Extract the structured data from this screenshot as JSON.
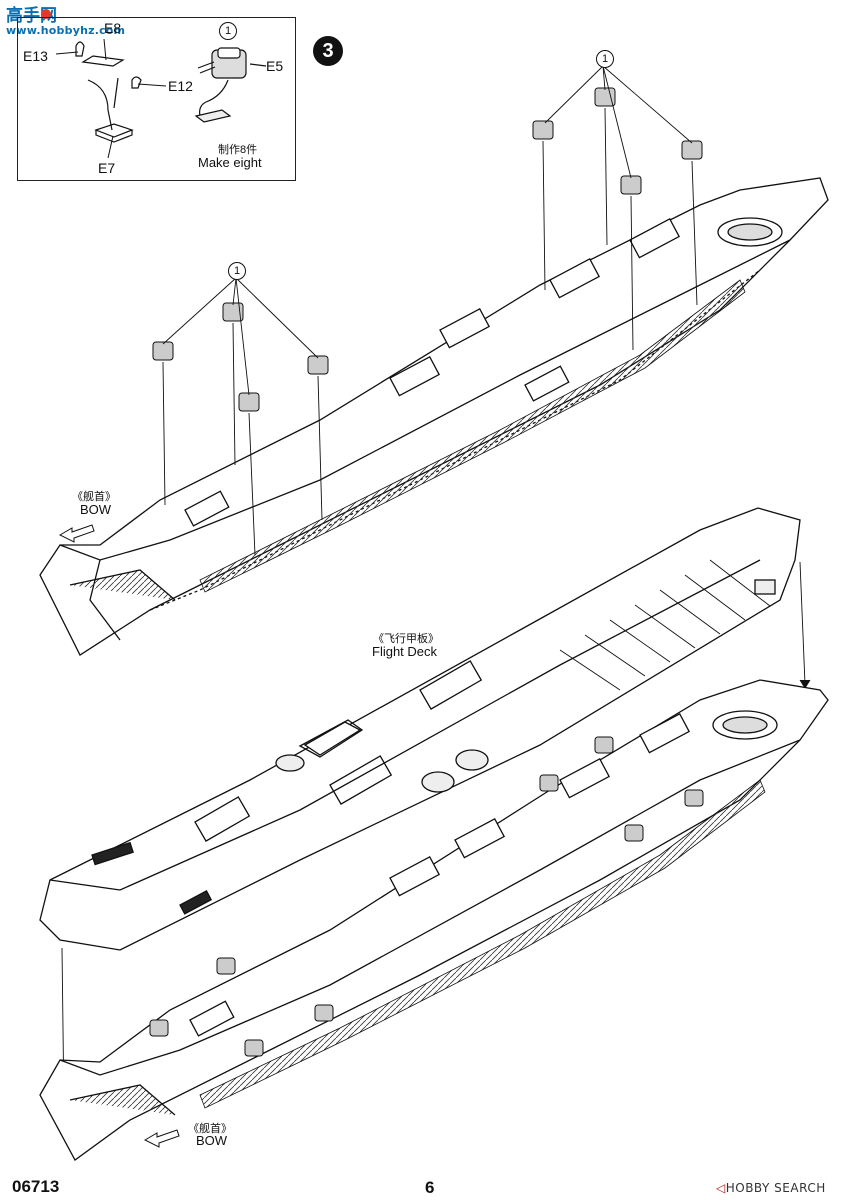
{
  "watermark": {
    "text": "www.hobbyhz.com",
    "logo_glyphs": "高手网"
  },
  "inset": {
    "parts": [
      "E8",
      "E13",
      "E12",
      "E7",
      "E5"
    ],
    "callout": "1",
    "quantity_cn": "制作8件",
    "quantity_en": "Make eight"
  },
  "step_number": "3",
  "callouts": {
    "top_right": "1",
    "top_left": "1"
  },
  "labels": {
    "bow_cn_1": "《舰首》",
    "bow_en_1": "BOW",
    "flight_deck_cn": "《飞行甲板》",
    "flight_deck_en": "Flight Deck",
    "bow_cn_2": "《舰首》",
    "bow_en_2": "BOW"
  },
  "footer": {
    "product_code": "06713",
    "page_number": "6",
    "brand_arrow": "◁",
    "brand_left": "HOBBY",
    "brand_right": "SEARCH"
  }
}
